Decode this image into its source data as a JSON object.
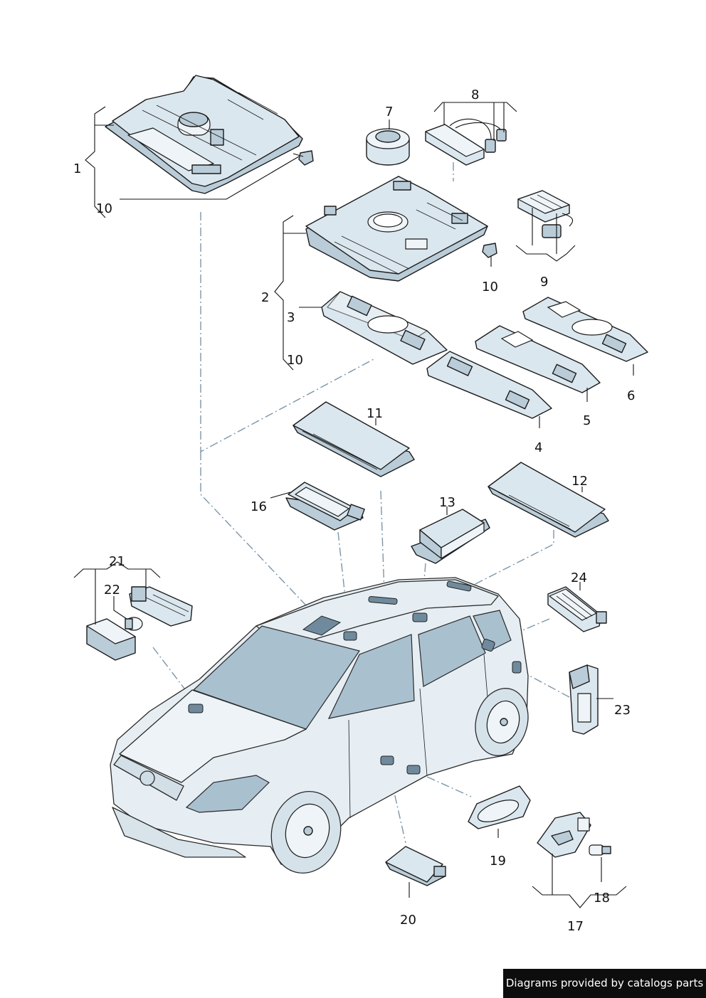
{
  "footer": {
    "credit": "Diagrams provided by catalogs parts"
  },
  "callouts": [
    {
      "id": "1",
      "label": "1"
    },
    {
      "id": "10a",
      "label": "10"
    },
    {
      "id": "7",
      "label": "7"
    },
    {
      "id": "8",
      "label": "8"
    },
    {
      "id": "2",
      "label": "2"
    },
    {
      "id": "3",
      "label": "3"
    },
    {
      "id": "10b",
      "label": "10"
    },
    {
      "id": "10c",
      "label": "10"
    },
    {
      "id": "9",
      "label": "9"
    },
    {
      "id": "6",
      "label": "6"
    },
    {
      "id": "5",
      "label": "5"
    },
    {
      "id": "4",
      "label": "4"
    },
    {
      "id": "11",
      "label": "11"
    },
    {
      "id": "12",
      "label": "12"
    },
    {
      "id": "13",
      "label": "13"
    },
    {
      "id": "16",
      "label": "16"
    },
    {
      "id": "21",
      "label": "21"
    },
    {
      "id": "22",
      "label": "22"
    },
    {
      "id": "24",
      "label": "24"
    },
    {
      "id": "23",
      "label": "23"
    },
    {
      "id": "19",
      "label": "19"
    },
    {
      "id": "20",
      "label": "20"
    },
    {
      "id": "18",
      "label": "18"
    },
    {
      "id": "17",
      "label": "17"
    }
  ]
}
